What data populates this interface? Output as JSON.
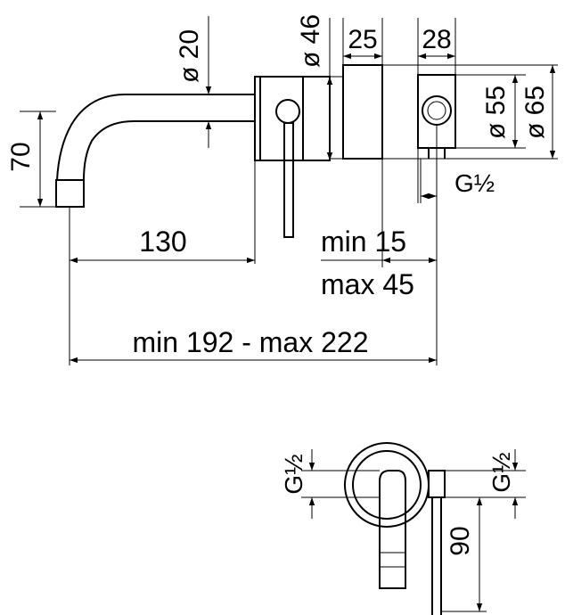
{
  "labels": {
    "dia20": "ø 20",
    "dia46": "ø 46",
    "w25": "25",
    "w28": "28",
    "dia55": "ø 55",
    "dia65": "ø 65",
    "h70": "70",
    "g12_side": "G½",
    "len130": "130",
    "min15": "min 15",
    "max45": "max 45",
    "total": "min 192 - max 222",
    "g12_front_left": "G½",
    "g12_front_right": "G½",
    "h90": "90"
  }
}
